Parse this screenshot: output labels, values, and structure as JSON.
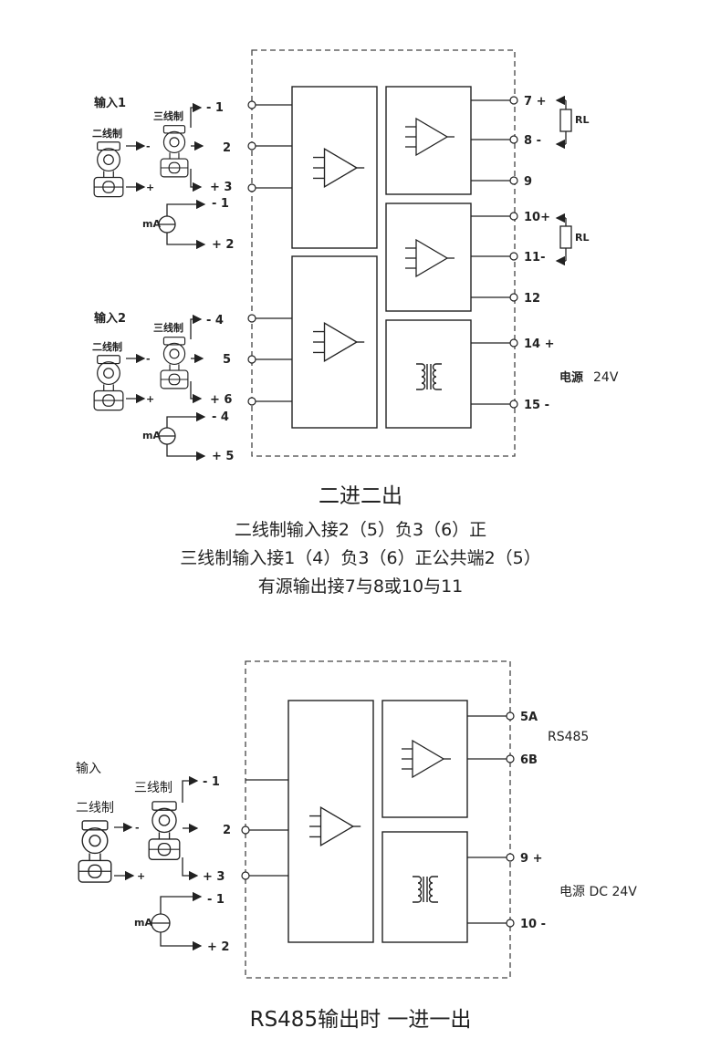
{
  "diagram1": {
    "input1_label": "输入1",
    "input2_label": "输入2",
    "two_wire_label": "二线制",
    "three_wire_label": "三线制",
    "ma_label": "mA",
    "load_label": "RL",
    "power_label": "电源",
    "power_voltage": "24V",
    "left_terminals": {
      "t1": "- 1",
      "t2": "2",
      "t3": "+ 3",
      "t1b": "- 1",
      "t2b": "+ 2",
      "t4": "- 4",
      "t5": "5",
      "t6": "+ 6",
      "t4b": "- 4",
      "t5b": "+ 5"
    },
    "right_terminals": {
      "t7": "7 +",
      "t8": "8 -",
      "t9": "9",
      "t10": "10+",
      "t11": "11-",
      "t12": "12",
      "t14": "14 +",
      "t15": "15 -"
    },
    "small_signs": {
      "minus": "-",
      "plus": "+"
    }
  },
  "caption1": {
    "title": "二进二出",
    "line1": "二线制输入接2（5）负3（6）正",
    "line2": "三线制输入接1（4）负3（6）正公共端2（5）",
    "line3": "有源输出接7与8或10与11"
  },
  "diagram2": {
    "input_label": "输入",
    "two_wire_label": "二线制",
    "three_wire_label": "三线制",
    "ma_label": "mA",
    "rs485_label": "RS485",
    "power_label": "电源  DC 24V",
    "left_terminals": {
      "t1": "- 1",
      "t2": "2",
      "t3": "+ 3",
      "t1b": "- 1",
      "t2b": "+ 2"
    },
    "right_terminals": {
      "t5a": "5A",
      "t6b": "6B",
      "t9": "9  +",
      "t10": "10 -"
    },
    "small_signs": {
      "minus": "-",
      "plus": "+"
    }
  },
  "caption2": {
    "title": "RS485输出时 一进一出"
  }
}
